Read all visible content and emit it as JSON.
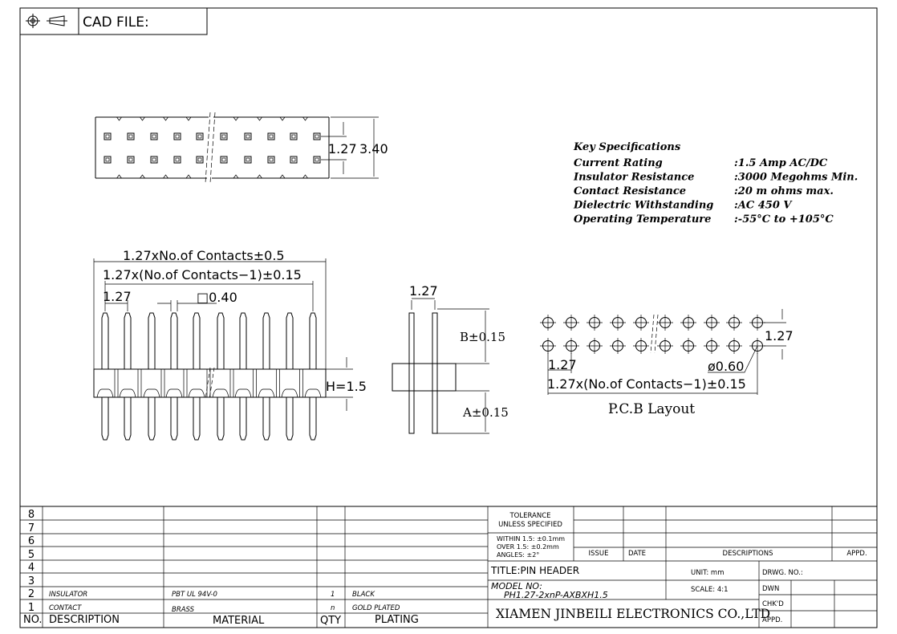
{
  "header": {
    "cad_file_label": "CAD FILE:",
    "icons": [
      "target-symbol-icon",
      "projection-symbol-icon"
    ]
  },
  "top_view": {
    "pitch": "1.27",
    "height": "3.40"
  },
  "front_view": {
    "overall": "1.27xNo.of Contacts±0.5",
    "span": "1.27x(No.of Contacts−1)±0.15",
    "pitch": "1.27",
    "pin_size": "□0.40",
    "insulator_height": "H=1.5"
  },
  "side_view": {
    "pitch": "1.27",
    "b_dim": "B±0.15",
    "a_dim": "A±0.15"
  },
  "pcb_layout": {
    "row_pitch": "1.27",
    "hole_dia": "ø0.60",
    "pitch": "1.27",
    "span": "1.27x(No.of Contacts−1)±0.15",
    "caption": "P.C.B Layout"
  },
  "key_specs": {
    "title": "Key Specifications",
    "rows": [
      {
        "label": "Current Rating",
        "value": ":1.5 Amp AC/DC"
      },
      {
        "label": "Insulator Resistance",
        "value": ":3000 Megohms Min."
      },
      {
        "label": "Contact Resistance",
        "value": ":20 m ohms max."
      },
      {
        "label": "Dielectric Withstanding",
        "value": ":AC 450 V"
      },
      {
        "label": "Operating Temperature",
        "value": ":-55°C  to  +105°C"
      }
    ]
  },
  "bom": {
    "headers": {
      "no": "NO.",
      "description": "DESCRIPTION",
      "material": "MATERIAL",
      "qty": "QTY",
      "plating": "PLATING"
    },
    "rows": [
      {
        "no": "8",
        "description": "",
        "material": "",
        "qty": "",
        "plating": ""
      },
      {
        "no": "7",
        "description": "",
        "material": "",
        "qty": "",
        "plating": ""
      },
      {
        "no": "6",
        "description": "",
        "material": "",
        "qty": "",
        "plating": ""
      },
      {
        "no": "5",
        "description": "",
        "material": "",
        "qty": "",
        "plating": ""
      },
      {
        "no": "4",
        "description": "",
        "material": "",
        "qty": "",
        "plating": ""
      },
      {
        "no": "3",
        "description": "",
        "material": "",
        "qty": "",
        "plating": ""
      },
      {
        "no": "2",
        "description": "INSULATOR",
        "material": "PBT UL 94V-0",
        "qty": "1",
        "plating": "BLACK"
      },
      {
        "no": "1",
        "description": "CONTACT",
        "material": "BRASS",
        "qty": "n",
        "plating": "GOLD PLATED"
      }
    ]
  },
  "title_block": {
    "tolerance_1": "TOLERANCE",
    "tolerance_2": "UNLESS SPECIFIED",
    "within": "WITHIN 1.5: ±0.1mm",
    "over": "OVER 1.5:  ±0.2mm",
    "angles": "ANGLES: ±2°",
    "issue": "ISSUE",
    "date": "DATE",
    "descriptions": "DESCRIPTIONS",
    "appd_rev": "APPD.",
    "title": "TITLE:PIN  HEADER",
    "unit": "UNIT: mm",
    "drwg_no": "DRWG. NO.:",
    "model_label": "MODEL  NO:",
    "model_value": "PH1.27-2xnP-AXBXH1.5",
    "scale": "SCALE: 4:1",
    "dwn": "DWN",
    "chkd": "CHK'D",
    "appd": "APPD.",
    "company": "XIAMEN JINBEILI ELECTRONICS CO.,LTD"
  }
}
